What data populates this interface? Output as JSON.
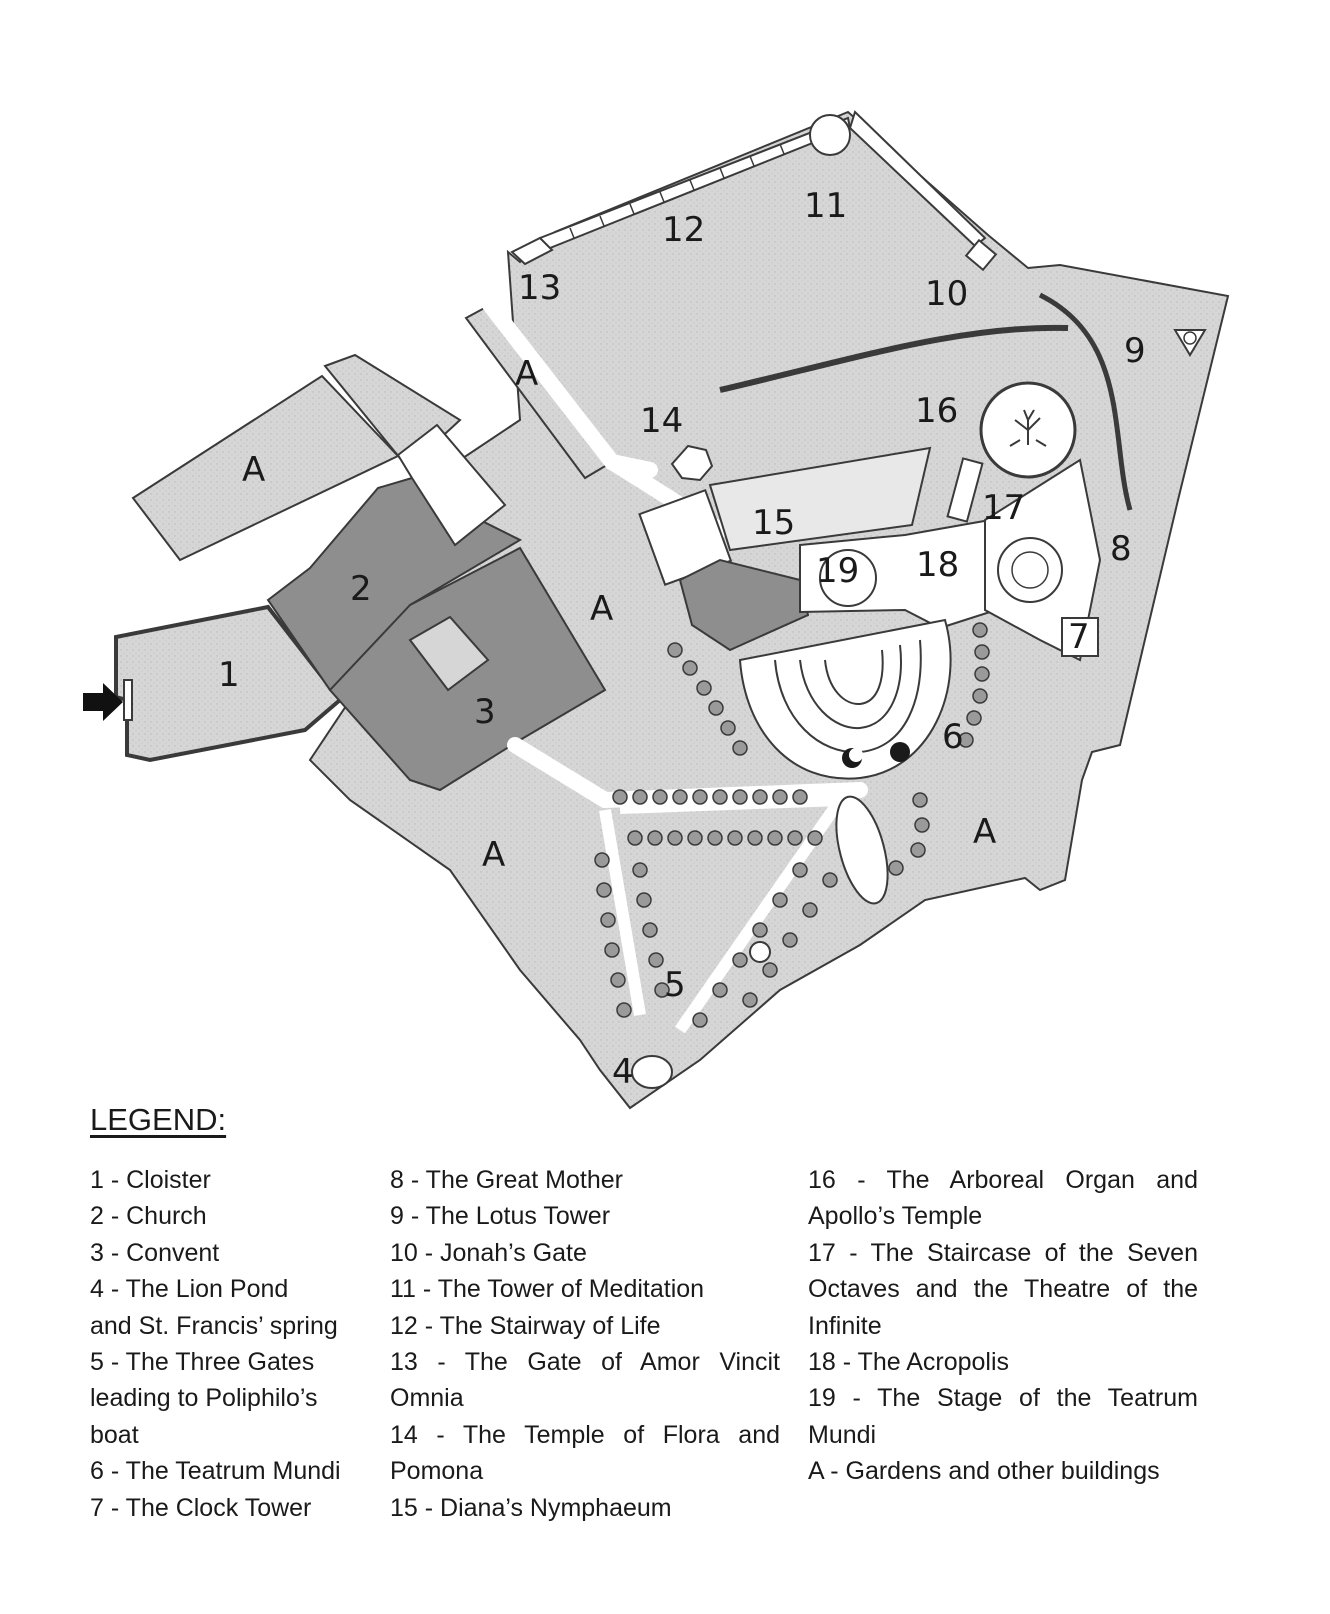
{
  "map": {
    "labels": {
      "n1": "1",
      "n2": "2",
      "n3": "3",
      "n4": "4",
      "n5": "5",
      "n6": "6",
      "n7": "7",
      "n8": "8",
      "n9": "9",
      "n10": "10",
      "n11": "11",
      "n12": "12",
      "n13": "13",
      "n14": "14",
      "n15": "15",
      "n16": "16",
      "n17": "17",
      "n18": "18",
      "n19": "19",
      "a": "A"
    },
    "colors": {
      "ground": "#d4d4d4",
      "building": "#8e8e8e",
      "outline": "#3a3a3a",
      "white": "#ffffff"
    },
    "icons": [
      "entrance-arrow-icon",
      "tree-icon",
      "moon-icon",
      "sun-icon",
      "lotus-tower-icon"
    ]
  },
  "legend": {
    "title": "LEGEND",
    "col1": [
      "1 - Cloister",
      "2 - Church",
      "3 - Convent",
      "4 - The Lion Pond",
      "and St. Francis’ spring",
      "5 - The Three Gates",
      "leading to Poliphilo’s",
      "boat",
      "6 - The Teatrum Mundi",
      "7 - The Clock Tower"
    ],
    "col2": [
      "8 - The Great Mother",
      "9 - The Lotus Tower",
      "10 - Jonah’s Gate",
      "11 - The Tower of Meditation",
      "12 - The Stairway of Life",
      "13 - The Gate of Amor Vincit",
      "Omnia",
      "14 - The Temple of Flora and",
      "Pomona",
      "15 - Diana’s Nymphaeum"
    ],
    "col3": [
      "16 - The Arboreal Organ and",
      "Apollo’s Temple",
      "17 - The Staircase of the Seven",
      "Octaves and the Theatre of the",
      "Infinite",
      "18 - The Acropolis",
      "19 - The Stage of the Teatrum",
      "Mundi",
      "",
      "A - Gardens and other buildings"
    ]
  }
}
